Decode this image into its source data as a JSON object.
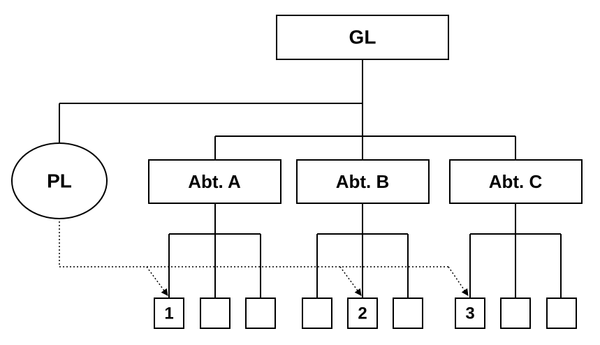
{
  "diagram": {
    "gl": {
      "label": "GL"
    },
    "pl": {
      "label": "PL"
    },
    "departments": [
      {
        "label": "Abt. A",
        "members": [
          "1",
          "",
          ""
        ]
      },
      {
        "label": "Abt. B",
        "members": [
          "",
          "2",
          ""
        ]
      },
      {
        "label": "Abt. C",
        "members": [
          "3",
          "",
          ""
        ]
      }
    ]
  }
}
